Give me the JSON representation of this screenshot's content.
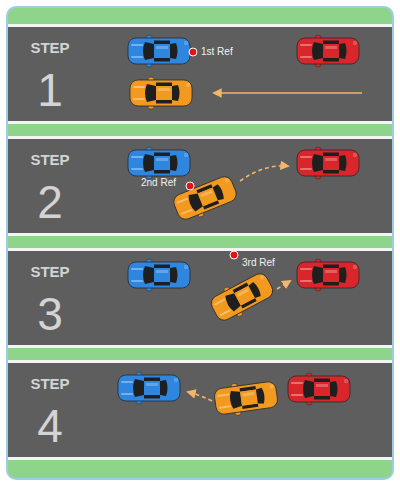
{
  "diagram": {
    "nodes": [
      {
        "text": [
          "STEP",
          "1"
        ]
      },
      {
        "text": [
          "STEP",
          "2"
        ]
      },
      {
        "text": [
          "STEP",
          "3"
        ]
      },
      {
        "text": [
          "STEP",
          "4"
        ]
      }
    ],
    "labels": [
      "1st Ref",
      "2nd Ref",
      "3rd Ref"
    ]
  }
}
